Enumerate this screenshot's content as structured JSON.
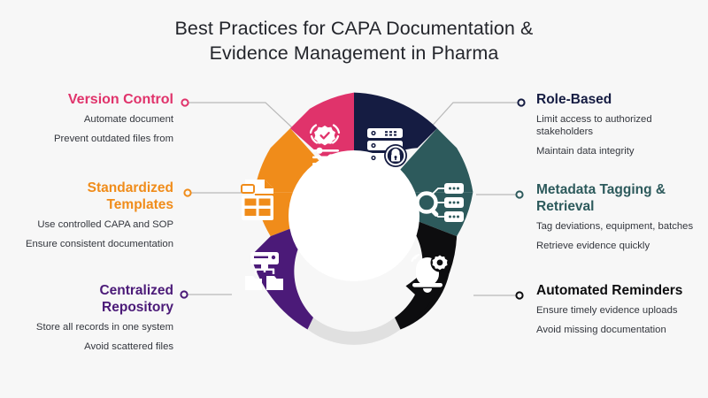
{
  "title": {
    "line1": "Best Practices for CAPA Documentation &",
    "line2": "Evidence Management in Pharma"
  },
  "colors": {
    "background": "#f7f7f7",
    "title_text": "#23252b",
    "body_text": "#33363d",
    "pink": "#e0336b",
    "orange": "#f08c1a",
    "purple": "#4b1a78",
    "navy": "#151c42",
    "teal": "#2d5a5c",
    "black": "#0d0d0f",
    "gap_arc": "#dcdcdc",
    "connector_line": "#b9b9b9"
  },
  "segments": [
    {
      "id": "version-control",
      "side": "left",
      "color": "#e0336b",
      "icon": "version-badge-sliders-icon",
      "heading": "Version Control",
      "bullets": [
        "Automate document",
        "Prevent outdated files from"
      ]
    },
    {
      "id": "standardized-templates",
      "side": "left",
      "color": "#f08c1a",
      "icon": "document-table-icon",
      "heading": "Standardized Templates",
      "heading_lines": [
        "Standardized",
        "Templates"
      ],
      "bullets": [
        "Use controlled CAPA and SOP",
        "Ensure consistent documentation"
      ]
    },
    {
      "id": "centralized-repository",
      "side": "left",
      "color": "#4b1a78",
      "icon": "server-folders-icon",
      "heading": "Centralized Repository",
      "heading_lines": [
        "Centralized",
        "Repository"
      ],
      "bullets": [
        "Store all records in one system",
        "Avoid scattered files"
      ]
    },
    {
      "id": "role-based",
      "side": "right",
      "color": "#151c42",
      "icon": "server-lock-icon",
      "heading": "Role-Based",
      "bullets": [
        "Limit access to authorized stakeholders",
        "Maintain data integrity"
      ]
    },
    {
      "id": "metadata-tagging",
      "side": "right",
      "color": "#2d5a5c",
      "icon": "magnifier-tags-icon",
      "heading": "Metadata Tagging & Retrieval",
      "heading_lines": [
        "Metadata Tagging &",
        "Retrieval"
      ],
      "bullets": [
        "Tag deviations, equipment, batches",
        "Retrieve evidence quickly"
      ]
    },
    {
      "id": "automated-reminders",
      "side": "right",
      "color": "#0d0d0f",
      "icon": "bell-gear-icon",
      "heading": "Automated Reminders",
      "bullets": [
        "Ensure timely evidence uploads",
        "Avoid missing documentation"
      ]
    }
  ]
}
